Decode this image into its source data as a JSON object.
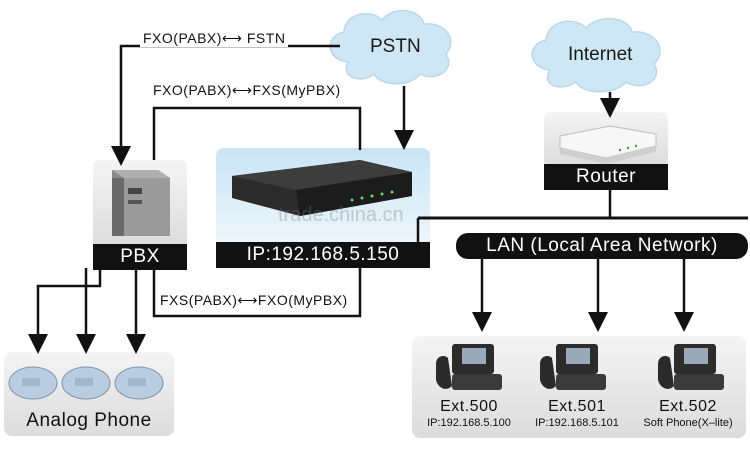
{
  "clouds": {
    "pstn": "PSTN",
    "internet": "Internet"
  },
  "connections": {
    "pbx_pstn": "FXO(PABX)⟷ FSTN",
    "pbx_mypbx": "FXO(PABX)⟷FXS(MyPBX)",
    "fxs_fxo": "FXS(PABX)⟷FXO(MyPBX)"
  },
  "devices": {
    "pbx": "PBX",
    "mypbx": "IP:192.168.5.150",
    "router": "Router",
    "lan": "LAN (Local Area Network)",
    "analog": "Analog Phone"
  },
  "extensions": [
    {
      "name": "Ext.500",
      "detail": "IP:192.168.5.100"
    },
    {
      "name": "Ext.501",
      "detail": "IP:192.168.5.101"
    },
    {
      "name": "Ext.502",
      "detail": "Soft Phone(X–lite)"
    }
  ],
  "watermark": "trade.china.cn",
  "colors": {
    "cloud": "#cfe6f4",
    "device_panel": "#e9e9e9",
    "mypbx_panel": "#d7eaf6",
    "bar": "#111111",
    "line": "#111111"
  }
}
